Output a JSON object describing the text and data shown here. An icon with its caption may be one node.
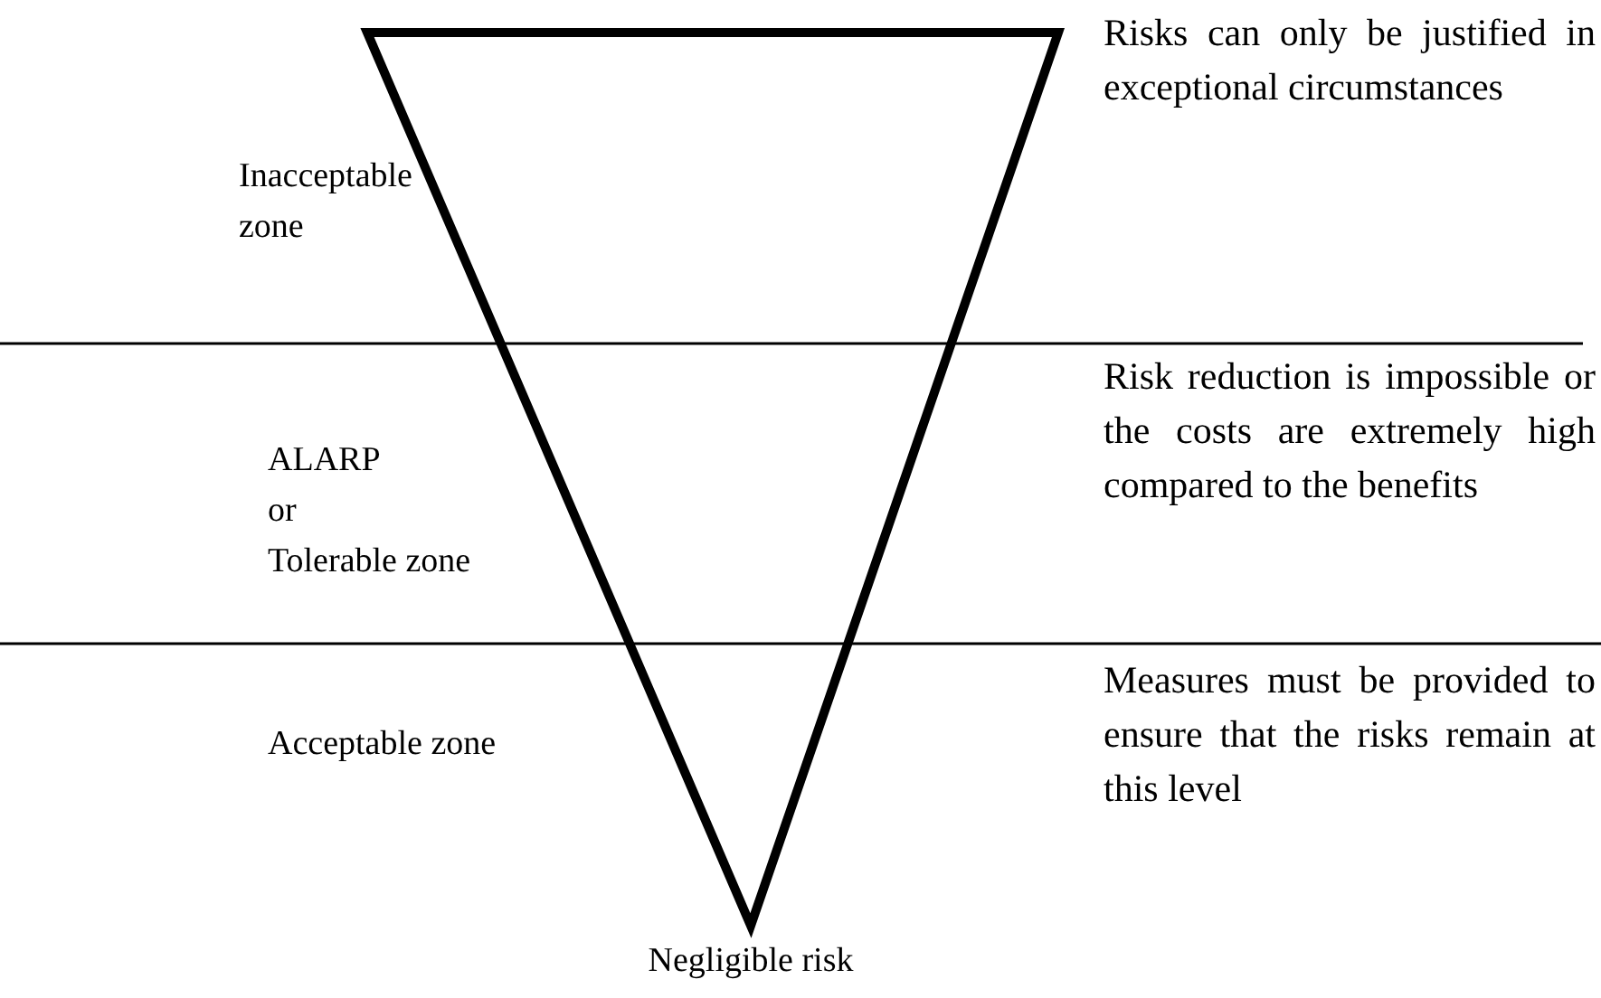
{
  "diagram": {
    "labels": [
      "Risks can only be justified in exceptional circumstances",
      "Inacceptable zone",
      "ALARP",
      "or",
      "Tolerable zone",
      "Risk reduction is impossible or the costs are extremely high compared to the benefits",
      "Acceptable zone",
      "Measures must be provided to ensure that the risks remain at this level",
      "Negligible risk"
    ]
  }
}
